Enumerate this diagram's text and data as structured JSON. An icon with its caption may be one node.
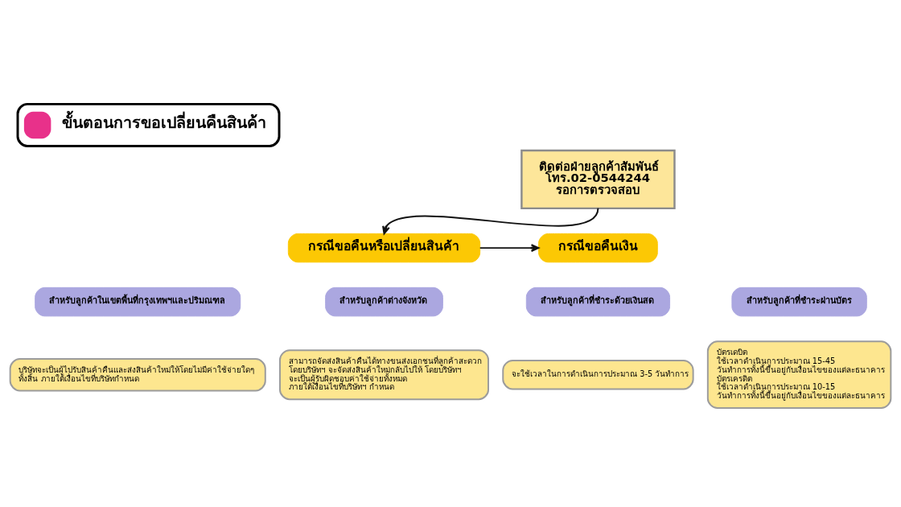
{
  "diagram": {
    "title": "ขั้นตอนการขอเปลี่ยนคืนสินค้า",
    "nodes": [
      {
        "text": [
          "ติดต่อฝ่ายลูกค้าสัมพันธ์",
          "โทร.02-0544244",
          "รอการตรวจสอบ"
        ]
      },
      {
        "text": [
          "กรณีขอคืนหรือเปลี่ยนสินค้า"
        ]
      },
      {
        "text": [
          "กรณีขอคืนเงิน"
        ]
      },
      {
        "text": [
          "สำหรับลูกค้าในเขตพื้นที่กรุงเทพฯและปริมณฑล"
        ]
      },
      {
        "text": [
          "บริษัทจะเป็นผู้ไปรับสินค้าคืนและส่งสินค้าใหม่ให้โดยไม่มีค่าใช้จ่ายใดๆ ทั้งสิ้น ภายใต้เงื่อนไขที่บริษัทกำหนด"
        ]
      },
      {
        "text": [
          "สำหรับลูกค้าต่างจังหวัด"
        ]
      },
      {
        "text": [
          "สามารถจัดส่งสินค้าคืนได้ทางขนส่งเอกชนที่ลูกค้าสะดวก โดยบริษัทฯ จะจัดส่งสินค้าใหม่กลับไปให้ โดยบริษัทฯ จะเป็นผู้รับผิดชอบค่าใช้จ่ายทั้งหมด ภายใต้เงื่อนไขที่บริษัทฯ กำหนด"
        ]
      },
      {
        "text": [
          "สำหรับลูกค้าที่ชำระด้วยเงินสด"
        ]
      },
      {
        "text": [
          "จะใช้เวลาในการดำเนินการประมาณ 3-5 วันทำการ"
        ]
      },
      {
        "text": [
          "สำหรับลูกค้าที่ชำระผ่านบัตร"
        ]
      },
      {
        "text": [
          "บัตรเดบิต",
          "ใช้เวลาดำเนินการประมาณ 15-45 วันทำการทั้งนี้ขึ้นอยู่กับเงื่อนไขของแต่ละธนาคาร",
          "บัตรเครดิต",
          "ใช้เวลาดำเนินการประมาณ 10-15 วันทำการทั้งนี้ขึ้นอยู่กับเงื่อนไขของแต่ละธนาคาร"
        ]
      }
    ],
    "edges": [
      {
        "from": 0,
        "to": 1,
        "arrow": "to"
      },
      {
        "from": 1,
        "to": 2,
        "arrow": "to"
      }
    ]
  }
}
